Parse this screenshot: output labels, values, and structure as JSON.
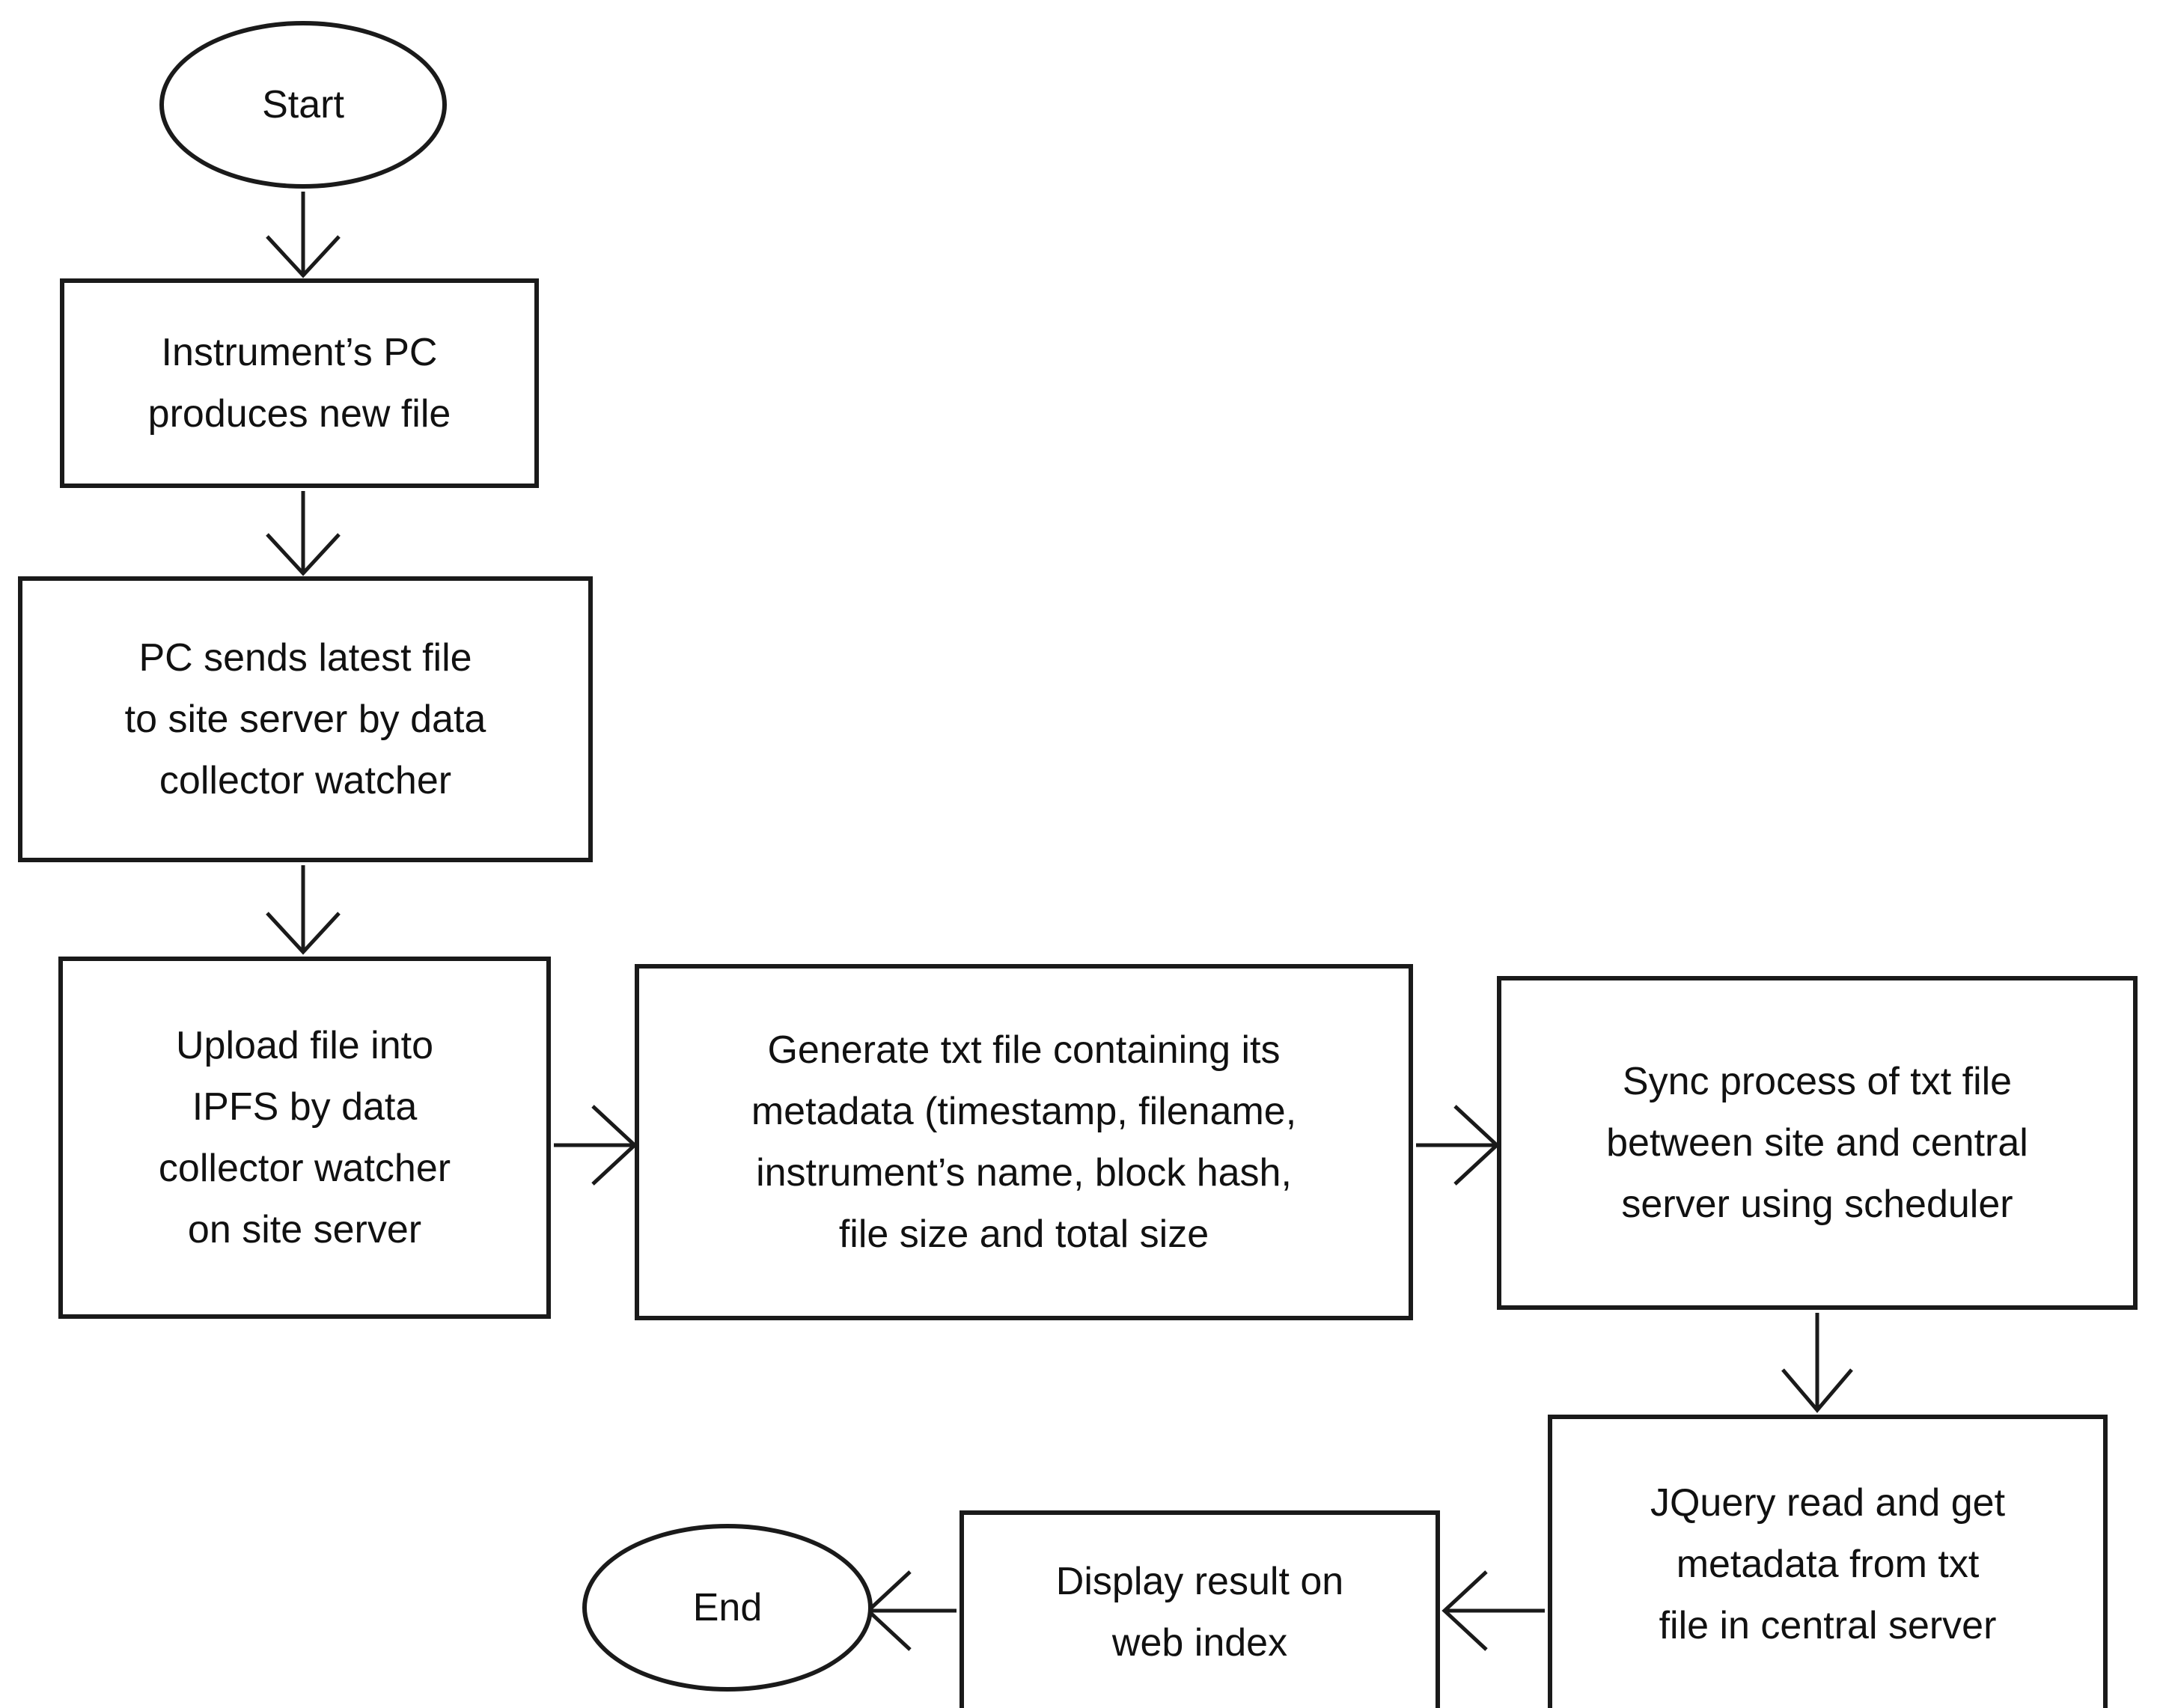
{
  "diagram": {
    "title": "Data collection and metadata sync flowchart",
    "background_color": "#ffffff",
    "stroke_color": "#1a1a1a",
    "text_color": "#111111"
  },
  "nodes": {
    "start": {
      "shape": "ellipse",
      "label": "Start"
    },
    "instrument": {
      "shape": "rectangle",
      "label": "Instrument’s PC\nproduces new file"
    },
    "pc_sends": {
      "shape": "rectangle",
      "label": "PC sends latest file\nto site server by data\ncollector watcher"
    },
    "upload": {
      "shape": "rectangle",
      "label": "Upload file into\nIPFS by data\ncollector watcher\non site server"
    },
    "generate": {
      "shape": "rectangle",
      "label": "Generate txt file containing its\nmetadata (timestamp, filename,\ninstrument’s name,  block hash,\nfile size and total size"
    },
    "sync": {
      "shape": "rectangle",
      "label": "Sync process of txt file\nbetween site and  central\nserver using scheduler"
    },
    "jquery": {
      "shape": "rectangle",
      "label": "JQuery read and get\nmetadata from txt\nfile in central server"
    },
    "display": {
      "shape": "rectangle",
      "label": "Display result on\nweb index"
    },
    "end": {
      "shape": "ellipse",
      "label": "End"
    }
  },
  "edges": [
    {
      "from": "start",
      "to": "instrument",
      "direction": "down"
    },
    {
      "from": "instrument",
      "to": "pc_sends",
      "direction": "down"
    },
    {
      "from": "pc_sends",
      "to": "upload",
      "direction": "down"
    },
    {
      "from": "upload",
      "to": "generate",
      "direction": "right"
    },
    {
      "from": "generate",
      "to": "sync",
      "direction": "right"
    },
    {
      "from": "sync",
      "to": "jquery",
      "direction": "down"
    },
    {
      "from": "jquery",
      "to": "display",
      "direction": "left"
    },
    {
      "from": "display",
      "to": "end",
      "direction": "left"
    }
  ]
}
